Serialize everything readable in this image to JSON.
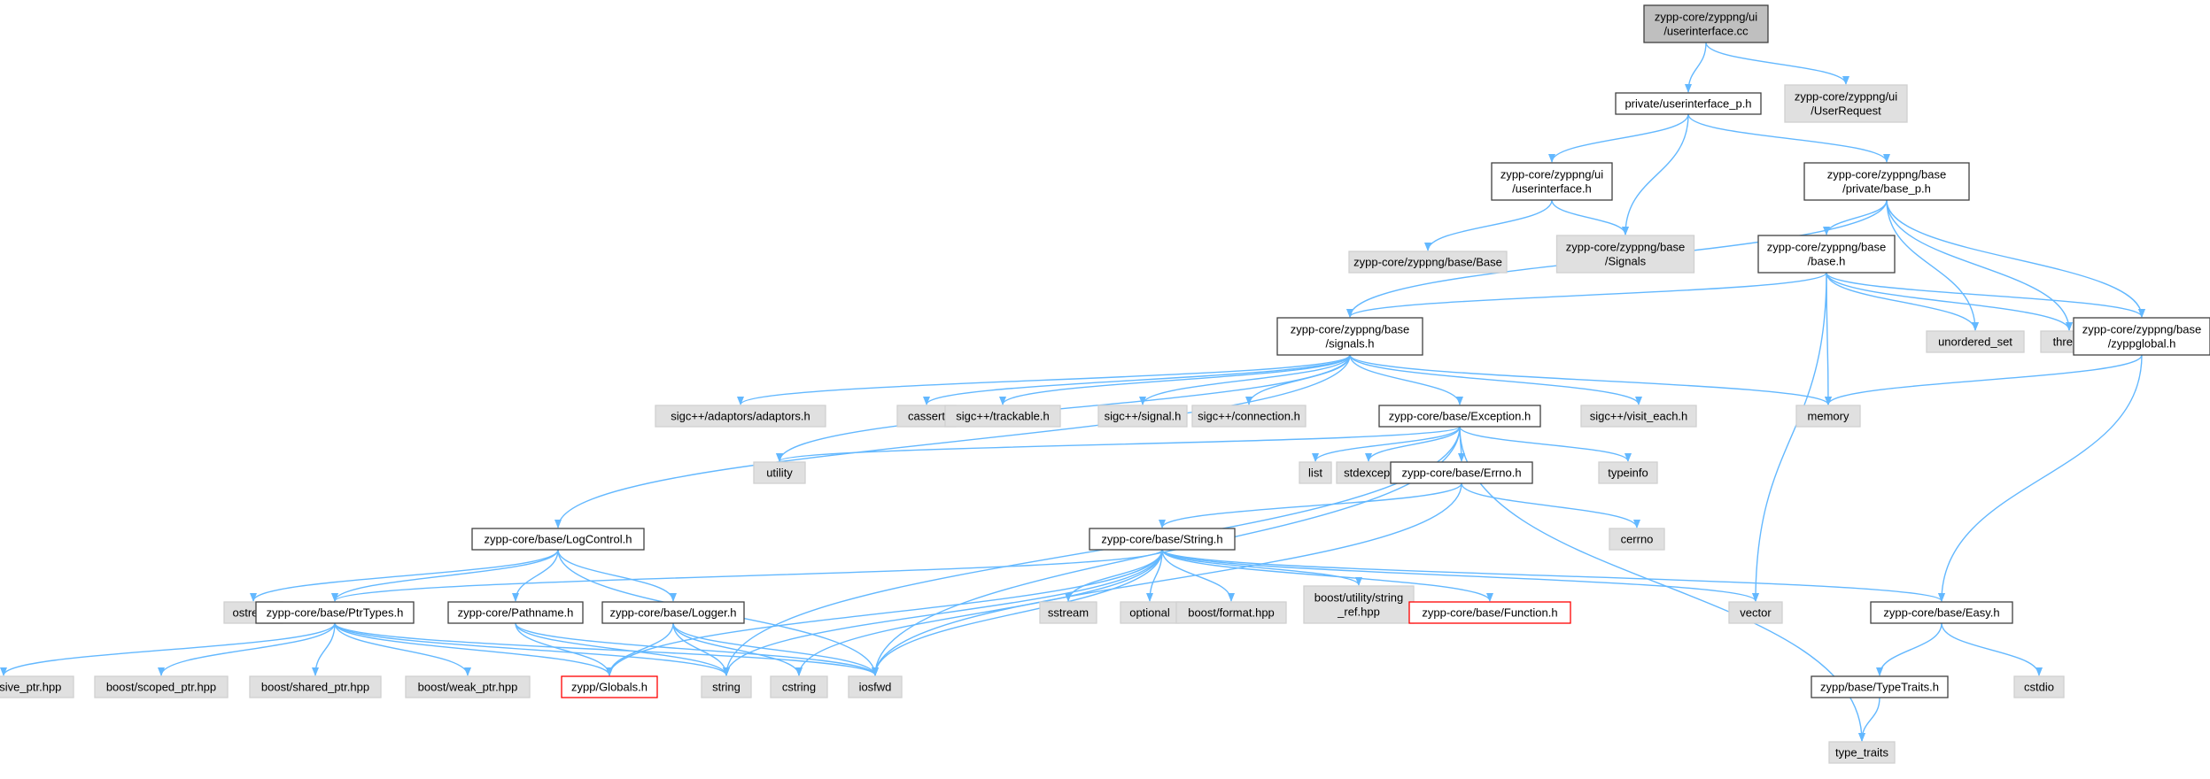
{
  "colors": {
    "edge": "#63b8ff",
    "root_fill": "#bfbfbf",
    "documented_fill": "#ffffff",
    "documented_border": "#404040",
    "external_fill": "#e0e0e0",
    "external_border": "#d0d0d0",
    "missing_border": "#ff0000"
  },
  "nodes": [
    {
      "id": "userinterface_cc",
      "kind": "root",
      "lines": [
        "zypp-core/zyppng/ui",
        "/userinterface.cc"
      ]
    },
    {
      "id": "userinterface_p_h",
      "kind": "doc",
      "lines": [
        "private/userinterface_p.h"
      ]
    },
    {
      "id": "UserRequest",
      "kind": "ext",
      "lines": [
        "zypp-core/zyppng/ui",
        "/UserRequest"
      ]
    },
    {
      "id": "ui_userinterface_h",
      "kind": "doc",
      "lines": [
        "zypp-core/zyppng/ui",
        "/userinterface.h"
      ]
    },
    {
      "id": "base_p_h",
      "kind": "doc",
      "lines": [
        "zypp-core/zyppng/base",
        "/private/base_p.h"
      ]
    },
    {
      "id": "zyppng_Base",
      "kind": "ext",
      "lines": [
        "zypp-core/zyppng/base/Base"
      ]
    },
    {
      "id": "zyppng_Signals",
      "kind": "ext",
      "lines": [
        "zypp-core/zyppng/base",
        "/Signals"
      ]
    },
    {
      "id": "base_h",
      "kind": "doc",
      "lines": [
        "zypp-core/zyppng/base",
        "/base.h"
      ]
    },
    {
      "id": "signals_h",
      "kind": "doc",
      "lines": [
        "zypp-core/zyppng/base",
        "/signals.h"
      ]
    },
    {
      "id": "unordered_set",
      "kind": "ext",
      "lines": [
        "unordered_set"
      ]
    },
    {
      "id": "thread",
      "kind": "ext",
      "lines": [
        "thread"
      ]
    },
    {
      "id": "zyppglobal_h",
      "kind": "doc",
      "lines": [
        "zypp-core/zyppng/base",
        "/zyppglobal.h"
      ]
    },
    {
      "id": "adaptors_h",
      "kind": "ext",
      "lines": [
        "sigc++/adaptors/adaptors.h"
      ]
    },
    {
      "id": "cassert",
      "kind": "ext",
      "lines": [
        "cassert"
      ]
    },
    {
      "id": "trackable_h",
      "kind": "ext",
      "lines": [
        "sigc++/trackable.h"
      ]
    },
    {
      "id": "signal_h",
      "kind": "ext",
      "lines": [
        "sigc++/signal.h"
      ]
    },
    {
      "id": "connection_h",
      "kind": "ext",
      "lines": [
        "sigc++/connection.h"
      ]
    },
    {
      "id": "Exception_h",
      "kind": "doc",
      "lines": [
        "zypp-core/base/Exception.h"
      ]
    },
    {
      "id": "visit_each_h",
      "kind": "ext",
      "lines": [
        "sigc++/visit_each.h"
      ]
    },
    {
      "id": "memory",
      "kind": "ext",
      "lines": [
        "memory"
      ]
    },
    {
      "id": "utility",
      "kind": "ext",
      "lines": [
        "utility"
      ]
    },
    {
      "id": "list",
      "kind": "ext",
      "lines": [
        "list"
      ]
    },
    {
      "id": "stdexcept",
      "kind": "ext",
      "lines": [
        "stdexcept"
      ]
    },
    {
      "id": "Errno_h",
      "kind": "doc",
      "lines": [
        "zypp-core/base/Errno.h"
      ]
    },
    {
      "id": "typeinfo",
      "kind": "ext",
      "lines": [
        "typeinfo"
      ]
    },
    {
      "id": "cerrno",
      "kind": "ext",
      "lines": [
        "cerrno"
      ]
    },
    {
      "id": "LogControl_h",
      "kind": "doc",
      "lines": [
        "zypp-core/base/LogControl.h"
      ]
    },
    {
      "id": "String_h",
      "kind": "doc",
      "lines": [
        "zypp-core/base/String.h"
      ]
    },
    {
      "id": "ostream",
      "kind": "ext",
      "lines": [
        "ostream"
      ]
    },
    {
      "id": "PtrTypes_h",
      "kind": "doc",
      "lines": [
        "zypp-core/base/PtrTypes.h"
      ]
    },
    {
      "id": "Pathname_h",
      "kind": "doc",
      "lines": [
        "zypp-core/Pathname.h"
      ]
    },
    {
      "id": "Logger_h",
      "kind": "doc",
      "lines": [
        "zypp-core/base/Logger.h"
      ]
    },
    {
      "id": "sstream",
      "kind": "ext",
      "lines": [
        "sstream"
      ]
    },
    {
      "id": "optional",
      "kind": "ext",
      "lines": [
        "optional"
      ]
    },
    {
      "id": "format_hpp",
      "kind": "ext",
      "lines": [
        "boost/format.hpp"
      ]
    },
    {
      "id": "string_ref_hpp",
      "kind": "ext",
      "lines": [
        "boost/utility/string",
        "_ref.hpp"
      ]
    },
    {
      "id": "Function_h",
      "kind": "missing",
      "lines": [
        "zypp-core/base/Function.h"
      ]
    },
    {
      "id": "vector",
      "kind": "ext",
      "lines": [
        "vector"
      ]
    },
    {
      "id": "Easy_h",
      "kind": "doc",
      "lines": [
        "zypp-core/base/Easy.h"
      ]
    },
    {
      "id": "intrusive_ptr_hpp",
      "kind": "ext",
      "lines": [
        "boost/intrusive_ptr.hpp"
      ]
    },
    {
      "id": "scoped_ptr_hpp",
      "kind": "ext",
      "lines": [
        "boost/scoped_ptr.hpp"
      ]
    },
    {
      "id": "shared_ptr_hpp",
      "kind": "ext",
      "lines": [
        "boost/shared_ptr.hpp"
      ]
    },
    {
      "id": "weak_ptr_hpp",
      "kind": "ext",
      "lines": [
        "boost/weak_ptr.hpp"
      ]
    },
    {
      "id": "Globals_h",
      "kind": "missing",
      "lines": [
        "zypp/Globals.h"
      ]
    },
    {
      "id": "string",
      "kind": "ext",
      "lines": [
        "string"
      ]
    },
    {
      "id": "cstring",
      "kind": "ext",
      "lines": [
        "cstring"
      ]
    },
    {
      "id": "iosfwd",
      "kind": "ext",
      "lines": [
        "iosfwd"
      ]
    },
    {
      "id": "TypeTraits_h",
      "kind": "doc",
      "lines": [
        "zypp/base/TypeTraits.h"
      ]
    },
    {
      "id": "cstdio",
      "kind": "ext",
      "lines": [
        "cstdio"
      ]
    },
    {
      "id": "type_traits",
      "kind": "ext",
      "lines": [
        "type_traits"
      ]
    }
  ],
  "edges": [
    [
      "userinterface_cc",
      "userinterface_p_h"
    ],
    [
      "userinterface_cc",
      "UserRequest"
    ],
    [
      "userinterface_p_h",
      "ui_userinterface_h"
    ],
    [
      "userinterface_p_h",
      "zyppng_Signals"
    ],
    [
      "userinterface_p_h",
      "base_p_h"
    ],
    [
      "ui_userinterface_h",
      "zyppng_Base"
    ],
    [
      "ui_userinterface_h",
      "zyppng_Signals"
    ],
    [
      "base_p_h",
      "base_h"
    ],
    [
      "base_p_h",
      "signals_h"
    ],
    [
      "base_p_h",
      "unordered_set"
    ],
    [
      "base_p_h",
      "thread"
    ],
    [
      "base_p_h",
      "zyppglobal_h"
    ],
    [
      "base_h",
      "signals_h"
    ],
    [
      "base_h",
      "unordered_set"
    ],
    [
      "base_h",
      "thread"
    ],
    [
      "base_h",
      "zyppglobal_h"
    ],
    [
      "base_h",
      "memory"
    ],
    [
      "base_h",
      "vector"
    ],
    [
      "signals_h",
      "adaptors_h"
    ],
    [
      "signals_h",
      "cassert"
    ],
    [
      "signals_h",
      "trackable_h"
    ],
    [
      "signals_h",
      "signal_h"
    ],
    [
      "signals_h",
      "connection_h"
    ],
    [
      "signals_h",
      "Exception_h"
    ],
    [
      "signals_h",
      "visit_each_h"
    ],
    [
      "signals_h",
      "memory"
    ],
    [
      "signals_h",
      "utility"
    ],
    [
      "signals_h",
      "LogControl_h"
    ],
    [
      "zyppglobal_h",
      "memory"
    ],
    [
      "zyppglobal_h",
      "Easy_h"
    ],
    [
      "Exception_h",
      "utility"
    ],
    [
      "Exception_h",
      "list"
    ],
    [
      "Exception_h",
      "stdexcept"
    ],
    [
      "Exception_h",
      "Errno_h"
    ],
    [
      "Exception_h",
      "typeinfo"
    ],
    [
      "Exception_h",
      "string"
    ],
    [
      "Exception_h",
      "iosfwd"
    ],
    [
      "Exception_h",
      "type_traits"
    ],
    [
      "Errno_h",
      "cerrno"
    ],
    [
      "Errno_h",
      "String_h"
    ],
    [
      "Errno_h",
      "iosfwd"
    ],
    [
      "LogControl_h",
      "ostream"
    ],
    [
      "LogControl_h",
      "PtrTypes_h"
    ],
    [
      "LogControl_h",
      "Pathname_h"
    ],
    [
      "LogControl_h",
      "Logger_h"
    ],
    [
      "LogControl_h",
      "iosfwd"
    ],
    [
      "String_h",
      "PtrTypes_h"
    ],
    [
      "String_h",
      "sstream"
    ],
    [
      "String_h",
      "optional"
    ],
    [
      "String_h",
      "format_hpp"
    ],
    [
      "String_h",
      "string_ref_hpp"
    ],
    [
      "String_h",
      "Function_h"
    ],
    [
      "String_h",
      "vector"
    ],
    [
      "String_h",
      "Easy_h"
    ],
    [
      "String_h",
      "Globals_h"
    ],
    [
      "String_h",
      "string"
    ],
    [
      "String_h",
      "cstring"
    ],
    [
      "String_h",
      "iosfwd"
    ],
    [
      "PtrTypes_h",
      "intrusive_ptr_hpp"
    ],
    [
      "PtrTypes_h",
      "scoped_ptr_hpp"
    ],
    [
      "PtrTypes_h",
      "shared_ptr_hpp"
    ],
    [
      "PtrTypes_h",
      "weak_ptr_hpp"
    ],
    [
      "PtrTypes_h",
      "Globals_h"
    ],
    [
      "PtrTypes_h",
      "string"
    ],
    [
      "PtrTypes_h",
      "iosfwd"
    ],
    [
      "Pathname_h",
      "Globals_h"
    ],
    [
      "Pathname_h",
      "string"
    ],
    [
      "Pathname_h",
      "iosfwd"
    ],
    [
      "Logger_h",
      "Globals_h"
    ],
    [
      "Logger_h",
      "string"
    ],
    [
      "Logger_h",
      "cstring"
    ],
    [
      "Logger_h",
      "iosfwd"
    ],
    [
      "Easy_h",
      "TypeTraits_h"
    ],
    [
      "Easy_h",
      "cstdio"
    ],
    [
      "TypeTraits_h",
      "type_traits"
    ]
  ]
}
